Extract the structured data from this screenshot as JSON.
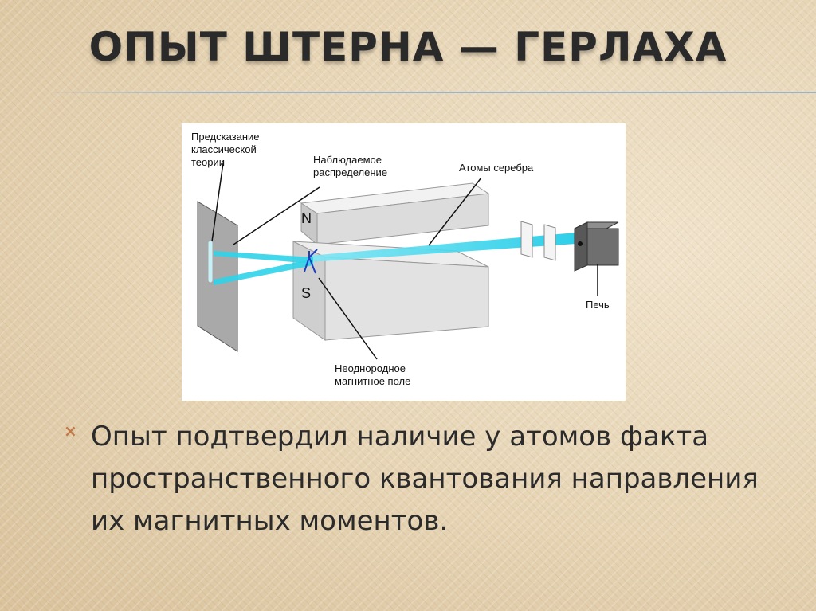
{
  "slide": {
    "title": "ОПЫТ ШТЕРНА — ГЕРЛАХА",
    "bullet_marker": "×",
    "bullet_text": "Опыт подтвердил наличие у атомов факта пространственного квантования направления их магнитных моментов.",
    "accent_color": "#c07a4a",
    "beam_color": "#2fd3ea"
  },
  "figure": {
    "label_classical": [
      "Предсказание",
      "классической",
      "теории"
    ],
    "label_observed": [
      "Наблюдаемое",
      "распределение"
    ],
    "label_atoms": "Атомы серебра",
    "label_field": [
      "Неоднородное",
      "магнитное поле"
    ],
    "label_oven": "Печь",
    "pole_north": "N",
    "pole_south": "S"
  }
}
